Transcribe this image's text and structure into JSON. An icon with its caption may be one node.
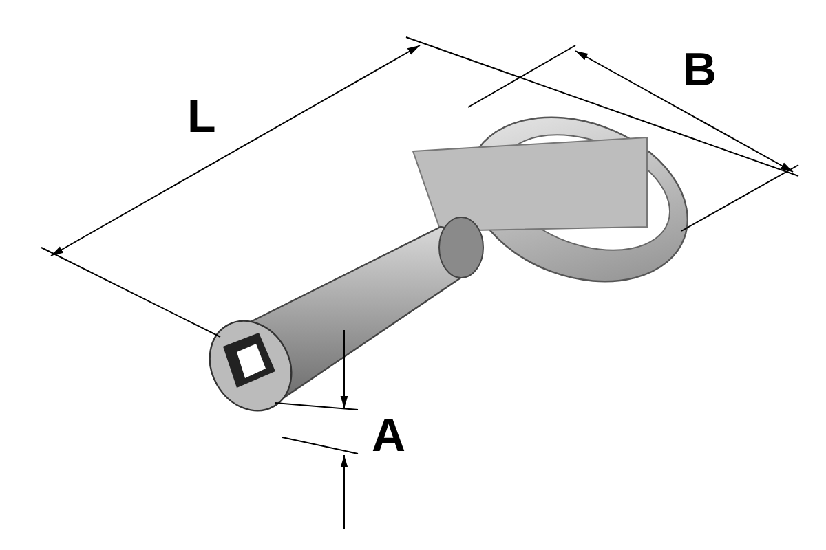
{
  "diagram": {
    "labels": [
      "L",
      "B",
      "A"
    ]
  }
}
